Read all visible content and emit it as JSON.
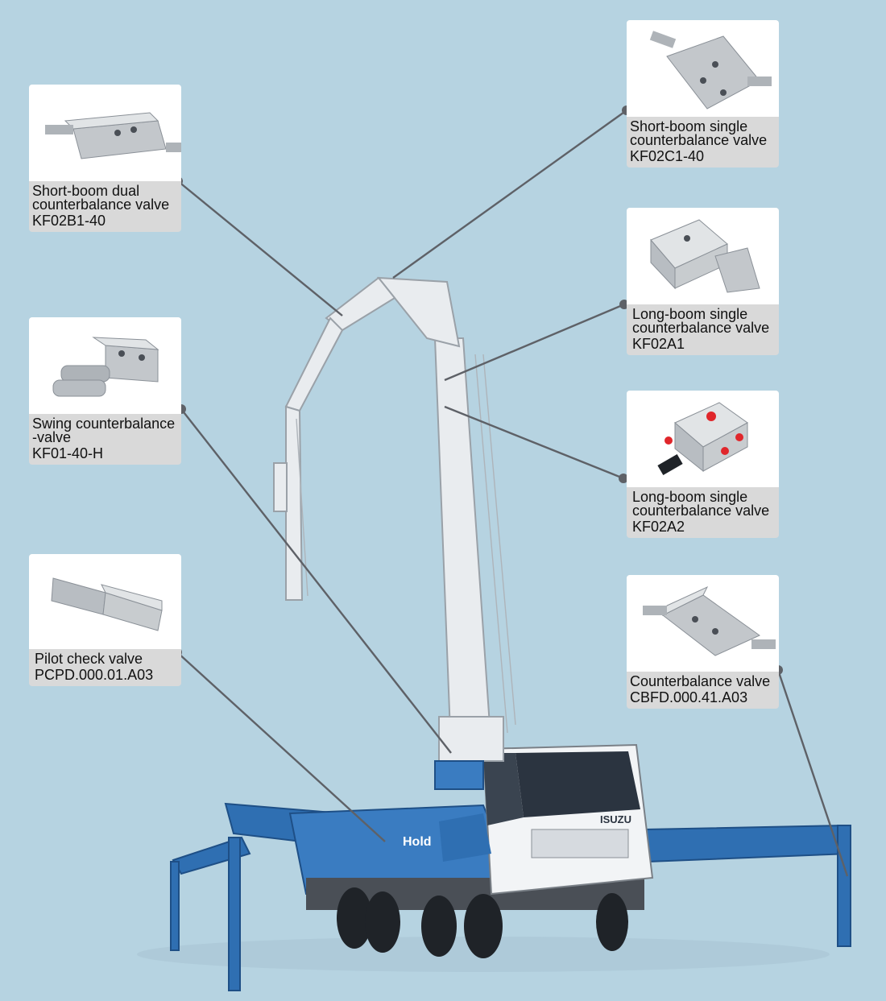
{
  "colors": {
    "background": "#b6d3e1",
    "card_caption_bg": "#d9d9d9",
    "card_photo_bg": "#ffffff",
    "leader_line": "#5e6167",
    "truck_blue": "#2f6fb2",
    "boom_white": "#e9ecef",
    "valve_red": "#e0262b"
  },
  "valves": [
    {
      "id": "kf02b1",
      "name": "Short-boom dual\ncounterbalance valve",
      "code": "KF02B1-40",
      "icon": "dual-counterbalance-valve-icon"
    },
    {
      "id": "kf01",
      "name": "Swing counterbalance\n-valve",
      "code": "KF01-40-H",
      "icon": "swing-counterbalance-valve-icon"
    },
    {
      "id": "pcpd",
      "name": "Pilot check valve",
      "code": "PCPD.000.01.A03",
      "icon": "pilot-check-valve-icon"
    },
    {
      "id": "kf02c1",
      "name": "Short-boom single\ncounterbalance valve",
      "code": "KF02C1-40",
      "icon": "single-counterbalance-valve-icon"
    },
    {
      "id": "kf02a1",
      "name": "Long-boom single\ncounterbalance valve",
      "code": "KF02A1",
      "icon": "long-boom-valve-icon"
    },
    {
      "id": "kf02a2",
      "name": "Long-boom single\ncounterbalance valve",
      "code": "KF02A2",
      "icon": "long-boom-red-port-valve-icon"
    },
    {
      "id": "cbfd",
      "name": "Counterbalance valve",
      "code": "CBFD.000.41.A03",
      "icon": "counterbalance-valve-icon"
    }
  ],
  "truck": {
    "brand_cab": "ISUZU",
    "brand_boom": "Hold",
    "icon": "concrete-pump-truck-icon"
  }
}
